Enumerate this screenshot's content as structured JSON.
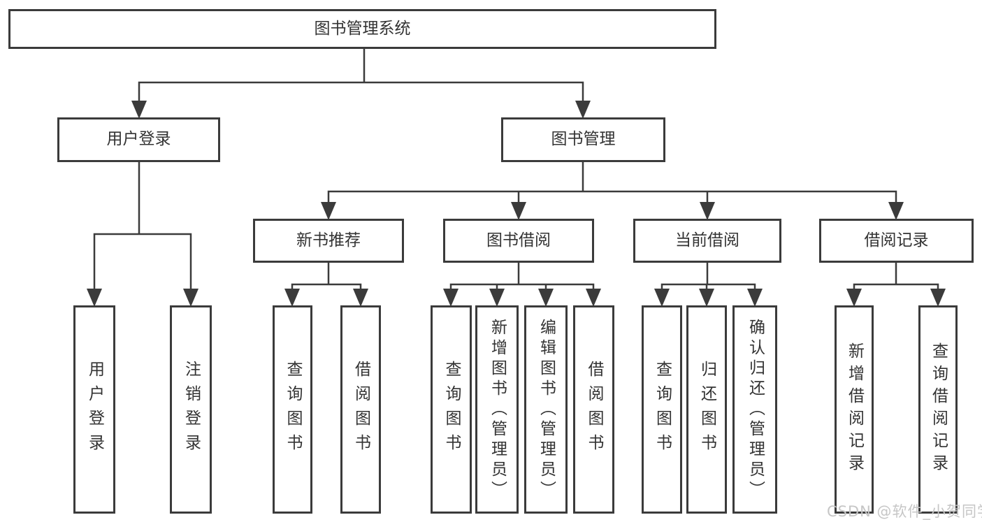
{
  "tree": {
    "label": "图书管理系统",
    "children": [
      {
        "label": "用户登录",
        "children": [
          {
            "label": "用户登录"
          },
          {
            "label": "注销登录"
          }
        ]
      },
      {
        "label": "图书管理",
        "children": [
          {
            "label": "新书推荐",
            "children": [
              {
                "label": "查询图书"
              },
              {
                "label": "借阅图书"
              }
            ]
          },
          {
            "label": "图书借阅",
            "children": [
              {
                "label": "查询图书"
              },
              {
                "label": "新增图书（管理员）"
              },
              {
                "label": "编辑图书（管理员）"
              },
              {
                "label": "借阅图书"
              }
            ]
          },
          {
            "label": "当前借阅",
            "children": [
              {
                "label": "查询图书"
              },
              {
                "label": "归还图书"
              },
              {
                "label": "确认归还（管理员）"
              }
            ]
          },
          {
            "label": "借阅记录",
            "children": [
              {
                "label": "新增借阅记录"
              },
              {
                "label": "查询借阅记录"
              }
            ]
          }
        ]
      }
    ]
  },
  "watermark": {
    "text": "CSDN @软件_小贺同学"
  },
  "colors": {
    "line": "#3b3b3b",
    "text": "#333333",
    "watermark": "#c6c6c6",
    "background": "#ffffff"
  }
}
